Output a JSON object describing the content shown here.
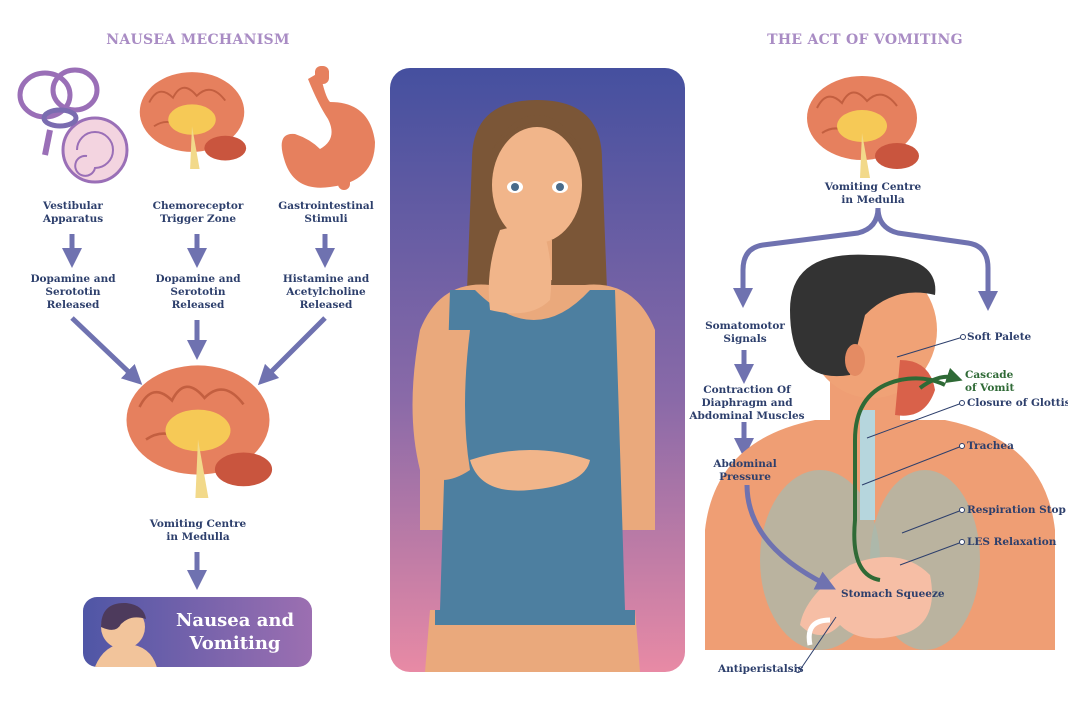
{
  "left": {
    "title": "NAUSEA MECHANISM",
    "sources": [
      {
        "label": "Vestibular\nApparatus",
        "icon": "inner-ear-icon"
      },
      {
        "label": "Chemoreceptor\nTrigger Zone",
        "icon": "brain-icon"
      },
      {
        "label": "Gastrointestinal\nStimuli",
        "icon": "stomach-icon"
      }
    ],
    "releases": [
      "Dopamine and\nSerototin\nReleased",
      "Dopamine and\nSerototin\nReleased",
      "Histamine and\nAcetylcholine\nReleased"
    ],
    "centre": "Vomiting Centre\nin Medulla",
    "result": "Nausea and\nVomiting"
  },
  "right": {
    "title": "THE ACT OF VOMITING",
    "centre": "Vomiting Centre\nin Medulla",
    "flow": [
      "Somatomotor\nSignals",
      "Contraction Of\nDiaphragm and\nAbdominal Muscles",
      "Abdominal\nPressure"
    ],
    "labels": {
      "soft_palete": "Soft Palete",
      "cascade": "Cascade\nof Vomit",
      "glottis": "Closure of Glottis",
      "trachea": "Trachea",
      "respiration": "Respiration Stop",
      "les": "LES Relaxation",
      "stomach": "Stomach Squeeze",
      "antiperistalsis": "Antiperistalsis"
    }
  },
  "colors": {
    "title": "#a98cc4",
    "text": "#2d3f6c",
    "arrow": "#6f72b0",
    "vomit": "#2f6a36",
    "panel_top": "#45509f",
    "panel_bottom": "#e88aa5"
  }
}
